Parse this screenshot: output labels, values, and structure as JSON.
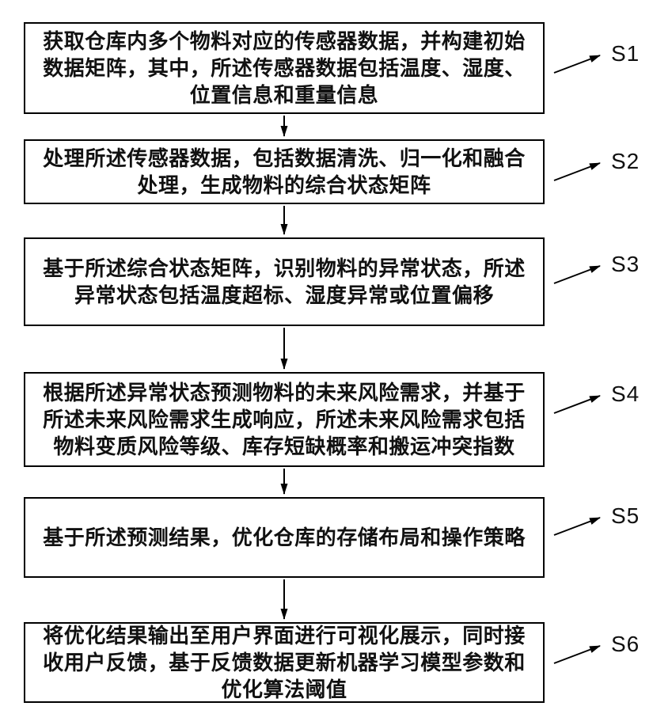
{
  "flowchart": {
    "colors": {
      "border": "#000000",
      "text": "#111111",
      "background": "#ffffff",
      "arrow": "#000000"
    },
    "steps": [
      {
        "label": "S1",
        "lines": [
          "获取仓库内多个物料对应的传感器数据，并构建初始",
          "数据矩阵，其中，所述传感器数据包括温度、湿度、",
          "位置信息和重量信息"
        ]
      },
      {
        "label": "S2",
        "lines": [
          "处理所述传感器数据，包括数据清洗、归一化和融合",
          "处理，生成物料的综合状态矩阵"
        ]
      },
      {
        "label": "S3",
        "lines": [
          "基于所述综合状态矩阵，识别物料的异常状态，所述",
          "异常状态包括温度超标、湿度异常或位置偏移"
        ]
      },
      {
        "label": "S4",
        "lines": [
          "根据所述异常状态预测物料的未来风险需求，并基于",
          "所述未来风险需求生成响应，所述未来风险需求包括",
          "物料变质风险等级、库存短缺概率和搬运冲突指数"
        ]
      },
      {
        "label": "S5",
        "lines": [
          "基于所述预测结果，优化仓库的存储布局和操作策略"
        ]
      },
      {
        "label": "S6",
        "lines": [
          "将优化结果输出至用户界面进行可视化展示，同时接",
          "收用户反馈，基于反馈数据更新机器学习模型参数和",
          "优化算法阈值"
        ]
      }
    ]
  }
}
